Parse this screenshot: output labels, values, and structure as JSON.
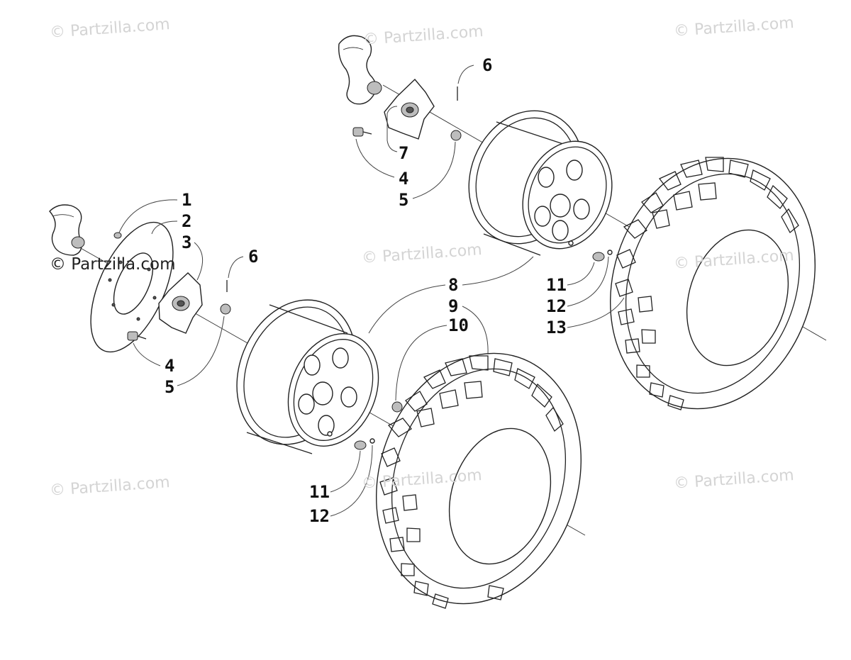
{
  "watermarks": [
    "© Partzilla.com",
    "© Partzilla.com",
    "© Partzilla.com",
    "© Partzilla.com",
    "© Partzilla.com",
    "© Partzilla.com",
    "© Partzilla.com",
    "© Partzilla.com",
    "© Partzilla.com"
  ],
  "callouts": {
    "rear_6": "6",
    "rear_7": "7",
    "rear_4": "4",
    "rear_5": "5",
    "front_1": "1",
    "front_2": "2",
    "front_3": "3",
    "front_6": "6",
    "front_4": "4",
    "front_5": "5",
    "center_8": "8",
    "center_9": "9",
    "center_10": "10",
    "rear_11": "11",
    "rear_12": "12",
    "rear_13": "13",
    "front_11": "11",
    "front_12": "12"
  }
}
